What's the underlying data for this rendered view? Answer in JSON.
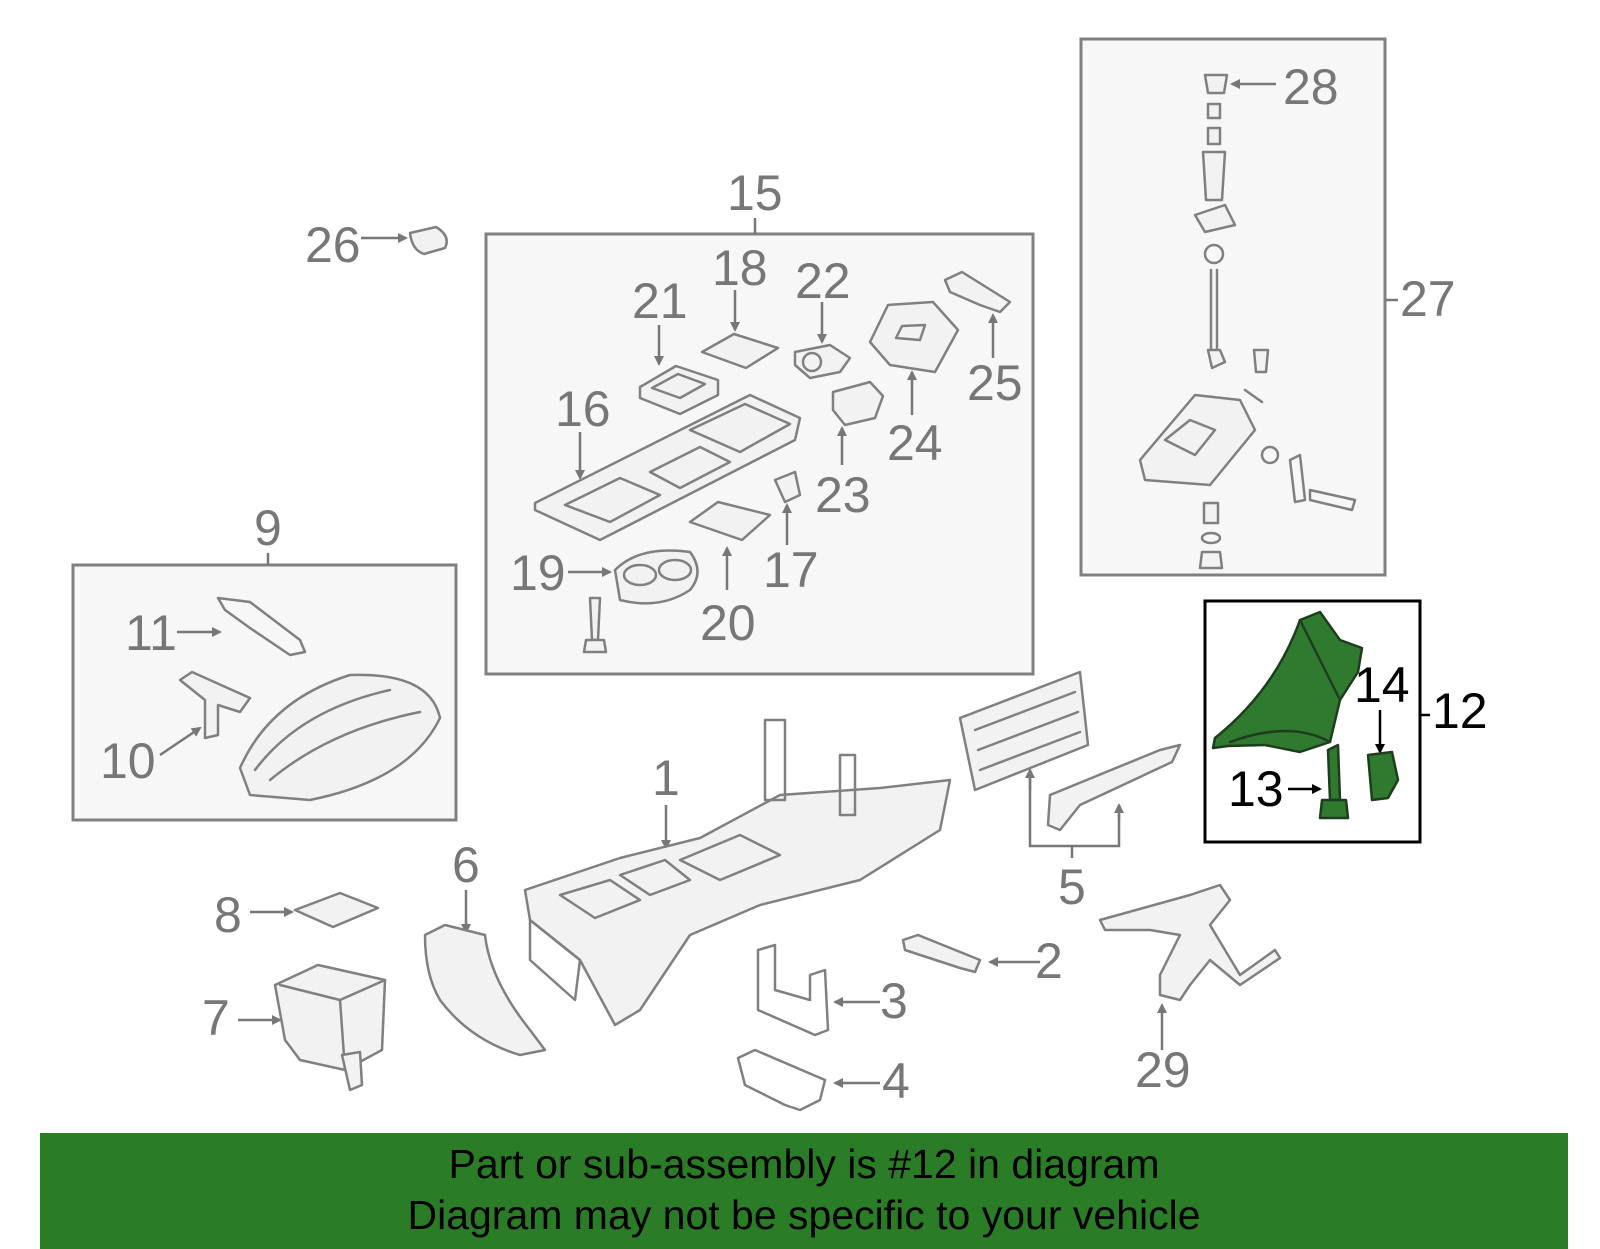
{
  "callouts": {
    "c1": "1",
    "c2": "2",
    "c3": "3",
    "c4": "4",
    "c5": "5",
    "c6": "6",
    "c7": "7",
    "c8": "8",
    "c9": "9",
    "c10": "10",
    "c11": "11",
    "c12": "12",
    "c13": "13",
    "c14": "14",
    "c15": "15",
    "c16": "16",
    "c17": "17",
    "c18": "18",
    "c19": "19",
    "c20": "20",
    "c21": "21",
    "c22": "22",
    "c23": "23",
    "c24": "24",
    "c25": "25",
    "c26": "26",
    "c27": "27",
    "c28": "28",
    "c29": "29"
  },
  "highlight_part": "12",
  "colors": {
    "highlight": "#2f7a2f",
    "banner": "#2b7c26",
    "line_art": "#808080"
  },
  "banner": {
    "line1": "Part or sub-assembly is #12 in diagram",
    "line2": "Diagram may not be specific to your vehicle"
  }
}
